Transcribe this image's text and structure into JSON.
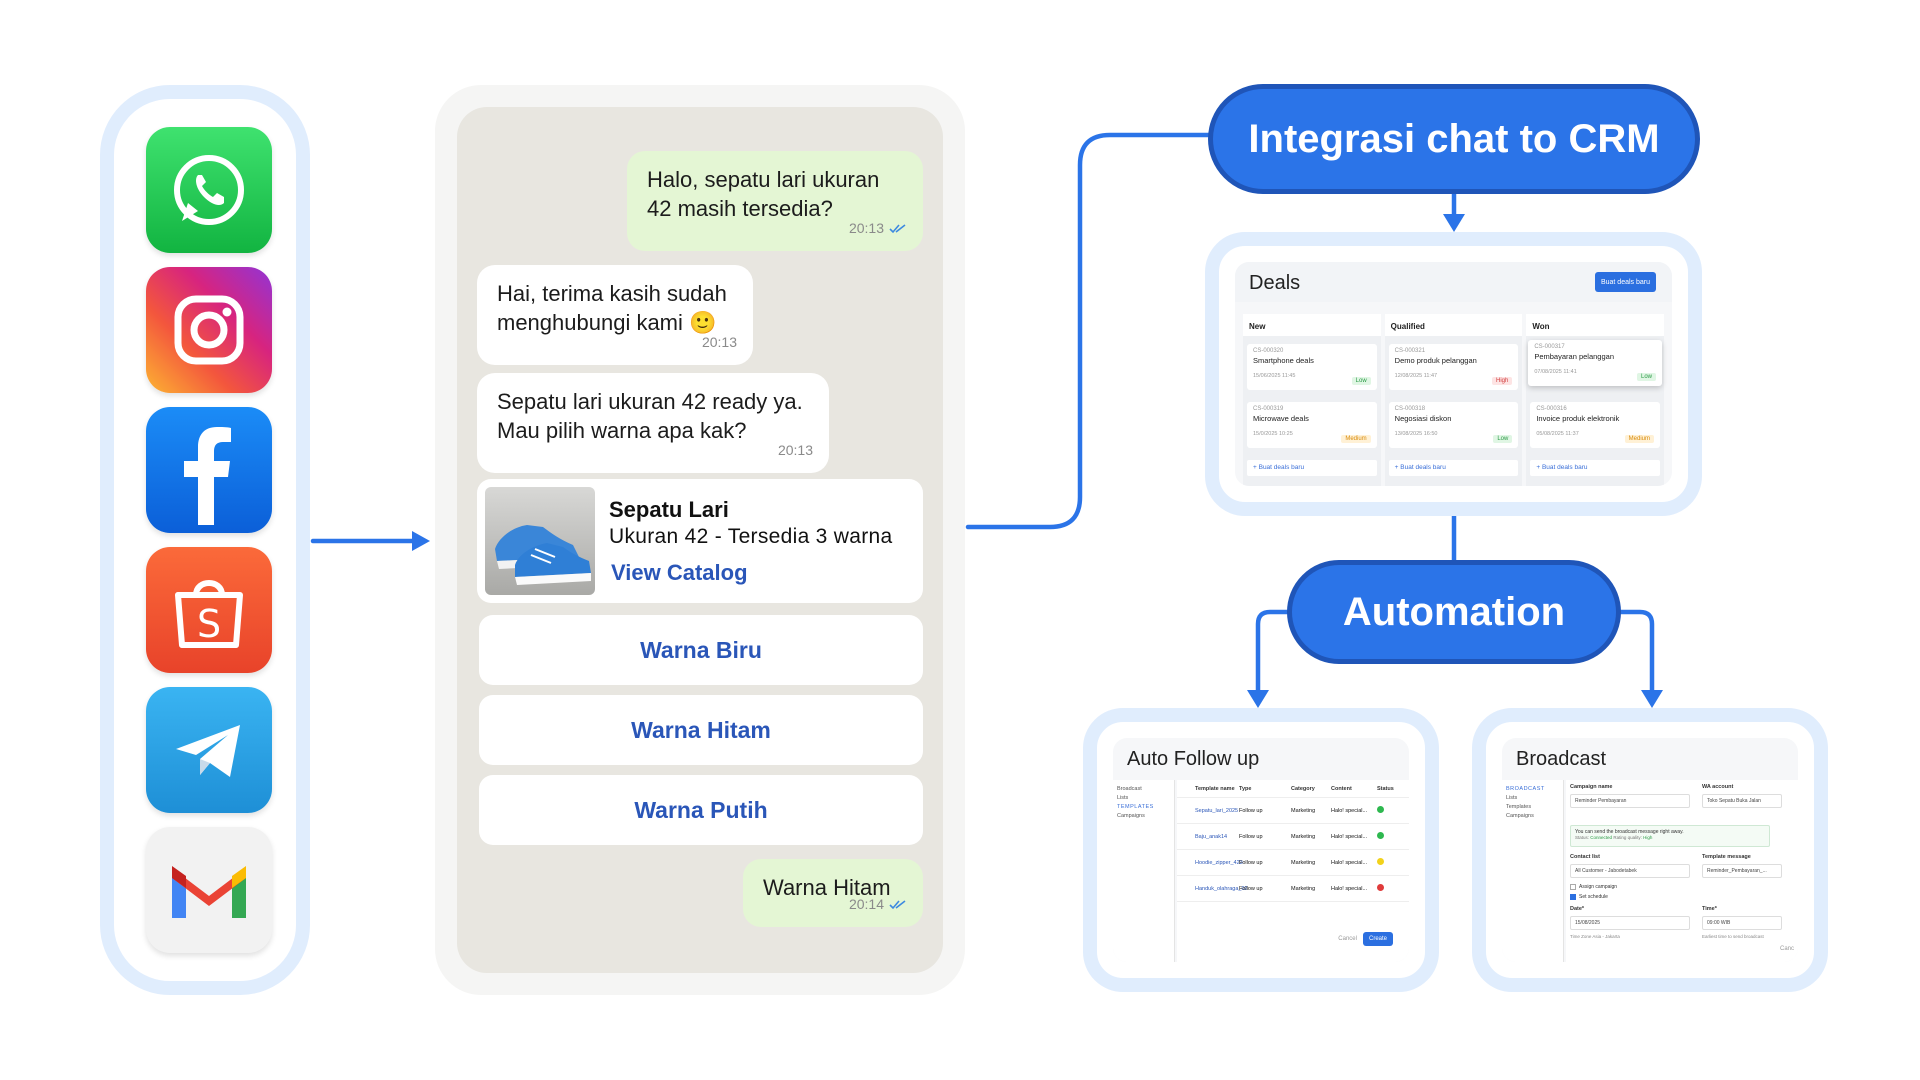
{
  "channels": [
    {
      "name": "WhatsApp",
      "icon": "whatsapp-icon",
      "color": "#25d366"
    },
    {
      "name": "Instagram",
      "icon": "instagram-icon",
      "color": "#e1306c"
    },
    {
      "name": "Facebook",
      "icon": "facebook-icon",
      "color": "#1877f2"
    },
    {
      "name": "Shopee",
      "icon": "shopee-icon",
      "color": "#ee4d2d"
    },
    {
      "name": "Telegram",
      "icon": "telegram-icon",
      "color": "#2aa3e6"
    },
    {
      "name": "Gmail",
      "icon": "gmail-icon",
      "color": "#ea4335"
    }
  ],
  "chat": {
    "msg1": {
      "line1": "Halo, sepatu lari ukuran",
      "line2": "42 masih tersedia?",
      "time": "20:13"
    },
    "msg2": {
      "line1": "Hai, terima kasih sudah",
      "line2": "menghubungi kami",
      "emoji": "🙂",
      "time": "20:13"
    },
    "msg3": {
      "line1": "Sepatu lari ukuran 42 ready ya.",
      "line2": "Mau pilih warna apa kak?",
      "time": "20:13"
    },
    "product": {
      "title": "Sepatu Lari",
      "subtitle": "Ukuran 42 - Tersedia 3 warna",
      "link": "View Catalog"
    },
    "options": [
      "Warna Biru",
      "Warna Hitam",
      "Warna Putih"
    ],
    "msg4": {
      "text": "Warna Hitam",
      "time": "20:14"
    }
  },
  "flow": {
    "crm_label": "Integrasi chat to CRM",
    "automation_label": "Automation"
  },
  "deals": {
    "title": "Deals",
    "new_button": "Buat deals baru",
    "columns": [
      {
        "name": "New",
        "add": "Buat deals baru",
        "cards": [
          {
            "id": "CS-000320",
            "name": "Smartphone deals",
            "date": "15/06/2025 11:45",
            "priority": "Low"
          },
          {
            "id": "CS-000319",
            "name": "Microwave deals",
            "date": "15/0/2025 10:25",
            "priority": "Medium"
          }
        ]
      },
      {
        "name": "Qualified",
        "add": "Buat deals baru",
        "cards": [
          {
            "id": "CS-000321",
            "name": "Demo produk pelanggan",
            "date": "12/08/2025 11:47",
            "priority": "High"
          },
          {
            "id": "CS-000318",
            "name": "Negosiasi diskon",
            "date": "13/08/2025 16:50",
            "priority": "Low"
          }
        ]
      },
      {
        "name": "Won",
        "add": "Buat deals baru",
        "cards": [
          {
            "id": "CS-000317",
            "name": "Pembayaran pelanggan",
            "date": "07/08/2025 11:41",
            "priority": "Low"
          },
          {
            "id": "CS-000316",
            "name": "Invoice produk elektronik",
            "date": "05/08/2025 11:37",
            "priority": "Medium"
          }
        ]
      }
    ]
  },
  "auto_follow_up": {
    "title": "Auto Follow up",
    "menu": [
      "Broadcast",
      "Lists",
      "TEMPLATES",
      "Campaigns"
    ],
    "headers": [
      "Template name",
      "Type",
      "Category",
      "Content",
      "Status"
    ],
    "rows": [
      {
        "name": "Sepatu_lari_2025",
        "type": "Follow up",
        "category": "Marketing",
        "content": "Halo! special...",
        "status_color": "#2eb84f"
      },
      {
        "name": "Baju_anak14",
        "type": "Follow up",
        "category": "Marketing",
        "content": "Halo! special...",
        "status_color": "#2eb84f"
      },
      {
        "name": "Hoodie_zipper_423",
        "type": "Follow up",
        "category": "Marketing",
        "content": "Halo! special...",
        "status_color": "#f2d21b"
      },
      {
        "name": "Handuk_olahraga_02",
        "type": "Follow up",
        "category": "Marketing",
        "content": "Halo! special...",
        "status_color": "#e03b3b"
      }
    ],
    "cancel": "Cancel",
    "create": "Create"
  },
  "broadcast": {
    "title": "Broadcast",
    "menu": [
      "BROADCAST",
      "Lists",
      "Templates",
      "Campaigns"
    ],
    "campaign_label": "Campaign name",
    "campaign_value": "Reminder Pembayaran",
    "wa_label": "WA account",
    "wa_value": "Toko Sepatu Buka Jalan",
    "note": "You can send the broadcast message right away.",
    "note_status": "Status:",
    "note_connected": "Connected",
    "note_rating": "Rating quality:",
    "note_high": "High",
    "contact_label": "Contact list",
    "contact_value": "All Customer - Jabodetabek",
    "template_label": "Template message",
    "template_value": "Reminder_Pembayaran_...",
    "assign": "Assign campaign",
    "schedule": "Set schedule",
    "date_label": "Date*",
    "date_value": "15/08/2025",
    "time_label": "Time*",
    "time_value": "09:00 WIB",
    "tz": "Time Zone Asia - Jakarta",
    "earliest": "Earliest time to send broadcast",
    "cancel": "Canc"
  }
}
